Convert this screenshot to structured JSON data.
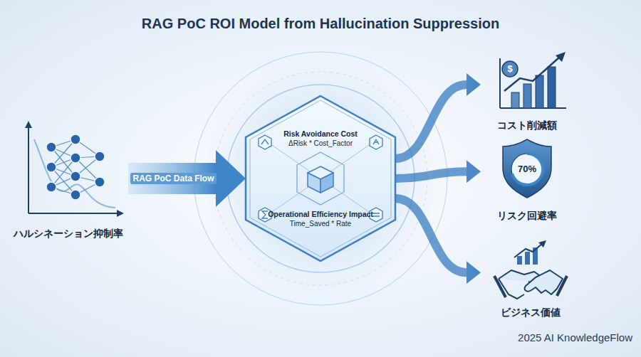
{
  "diagram": {
    "title": "RAG PoC ROI Model from Hallucination Suppression",
    "nodes": [
      {
        "text": [
          "ハルシネーション抑制率"
        ]
      },
      {
        "text": [
          "Risk Avoidance Cost",
          "ΔRisk * Cost_Factor",
          "Operational Efficiency Impact",
          "Time_Saved * Rate"
        ]
      },
      {
        "text": [
          "コスト削減額"
        ]
      },
      {
        "text": [
          "70%",
          "リスク回避率"
        ]
      },
      {
        "text": [
          "ビジネス価値"
        ]
      }
    ],
    "edges": [
      {
        "from": 0,
        "to": 1,
        "arrow": "to",
        "label": "RAG PoC Data Flow"
      },
      {
        "from": 1,
        "to": 2,
        "arrow": "to"
      },
      {
        "from": 1,
        "to": 3,
        "arrow": "to"
      },
      {
        "from": 1,
        "to": 4,
        "arrow": "to"
      }
    ],
    "labels": [
      "$",
      "2025 AI KnowledgeFlow"
    ]
  }
}
